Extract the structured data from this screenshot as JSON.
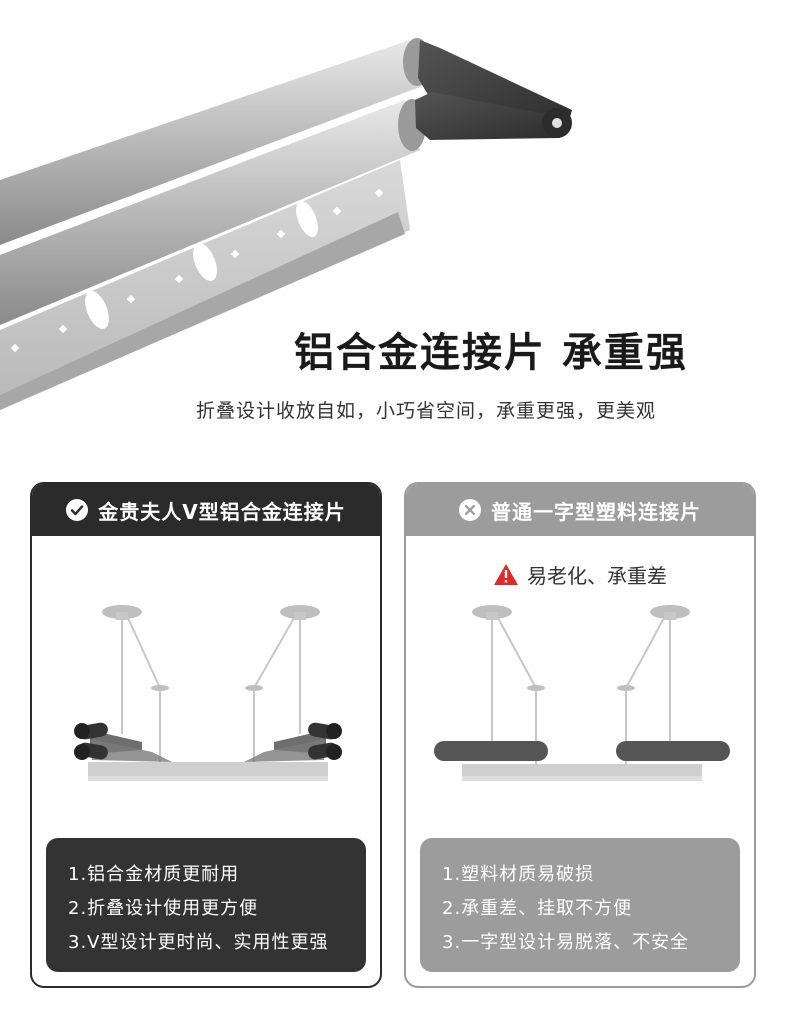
{
  "hero": {
    "headline": "铝合金连接片 承重强",
    "subline": "折叠设计收放自如，小巧省空间，承重更强，更美观"
  },
  "good_card": {
    "title": "金贵夫人V型铝合金连接片",
    "icon": "check-circle-icon",
    "features": [
      "1.铝合金材质更耐用",
      "2.折叠设计使用更方便",
      "3.V型设计更时尚、实用性更强"
    ]
  },
  "bad_card": {
    "title": "普通一字型塑料连接片",
    "icon": "x-circle-icon",
    "warning": "易老化、承重差",
    "warning_icon": "warning-triangle-icon",
    "features": [
      "1.塑料材质易破损",
      "2.承重差、挂取不方便",
      "3.一字型设计易脱落、不安全"
    ]
  },
  "colors": {
    "good_accent": "#2b2b2b",
    "bad_accent": "#9c9c9c",
    "warning": "#e02a2a"
  }
}
